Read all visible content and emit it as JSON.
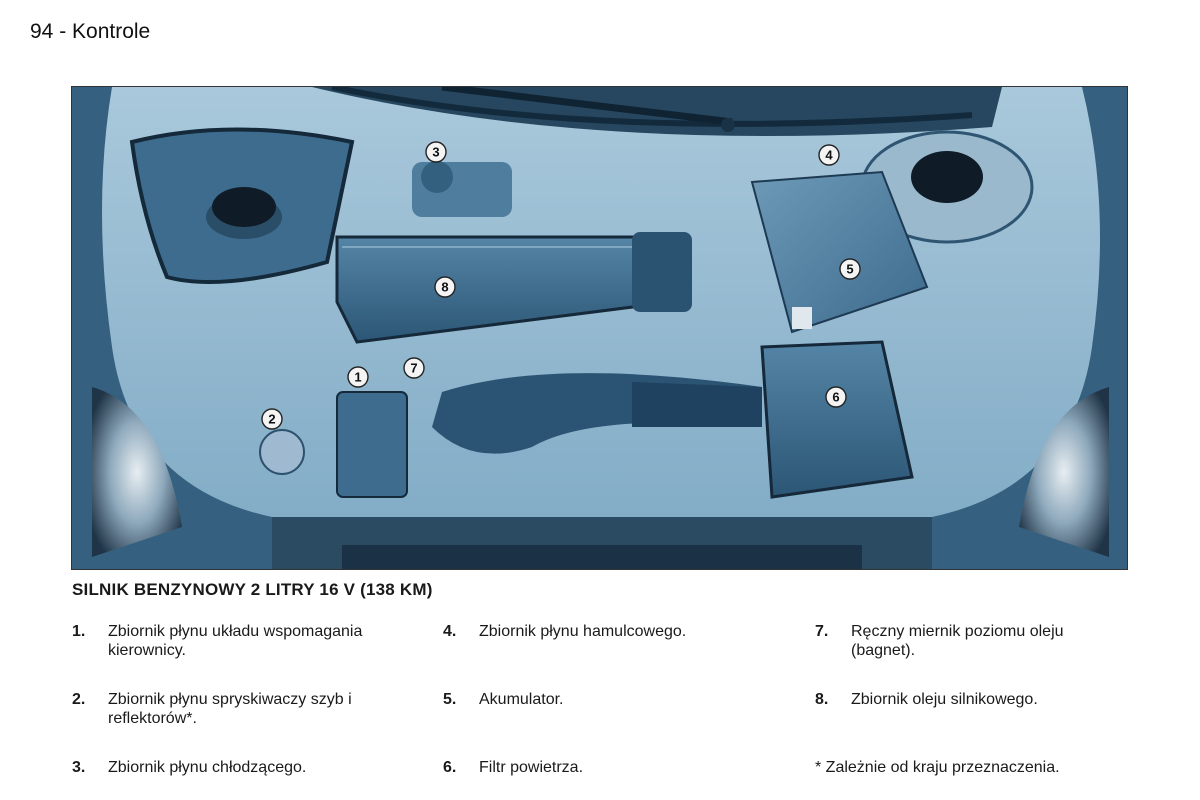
{
  "header": {
    "page_title": "94 - Kontrole"
  },
  "figure": {
    "callouts": [
      "1",
      "2",
      "3",
      "4",
      "5",
      "6",
      "7",
      "8"
    ]
  },
  "section_title": "SILNIK BENZYNOWY 2 LITRY 16 V (138 KM)",
  "legend": [
    {
      "number": "1.",
      "text": "Zbiornik płynu układu wspomagania kierownicy."
    },
    {
      "number": "2.",
      "text": "Zbiornik płynu spryskiwaczy szyb i reflektorów*."
    },
    {
      "number": "3.",
      "text": "Zbiornik płynu chłodzącego."
    },
    {
      "number": "4.",
      "text": "Zbiornik płynu hamulcowego."
    },
    {
      "number": "5.",
      "text": "Akumulator."
    },
    {
      "number": "6.",
      "text": "Filtr powietrza."
    },
    {
      "number": "7.",
      "text": "Ręczny miernik poziomu oleju (bagnet)."
    },
    {
      "number": "8.",
      "text": "Zbiornik oleju silnikowego."
    }
  ],
  "footnote": "* Zależnie od kraju przeznaczenia.",
  "colors": {
    "illustration_bg": "#6f9dbb",
    "component_dark": "#3f6f90",
    "shadow": "#1d3a52"
  }
}
